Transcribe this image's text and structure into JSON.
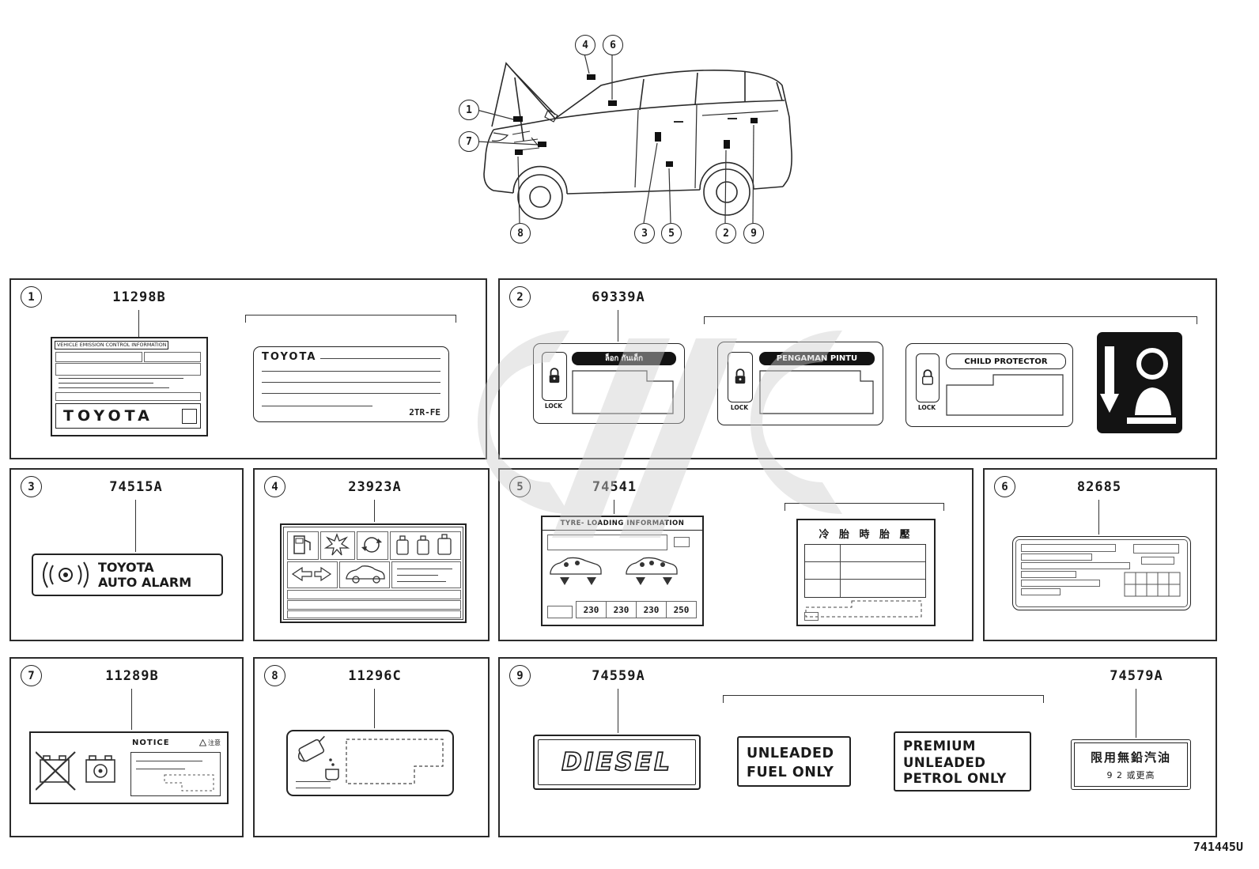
{
  "doc": {
    "code": "741445U"
  },
  "car": {
    "callouts": [
      "1",
      "4",
      "6",
      "7",
      "8",
      "3",
      "5",
      "2",
      "9"
    ]
  },
  "panels": {
    "p1": {
      "num": "1",
      "part": "11298B",
      "emission_title": "VEHICLE EMISSION CONTROL INFORMATION",
      "brand": "TOYOTA",
      "plate_brand": "TOYOTA",
      "engine_code": "2TR-FE"
    },
    "p2": {
      "num": "2",
      "part": "69339A",
      "thai_title": "ล็อก กันเด็ก",
      "lock_label": "LOCK",
      "pengaman_title": "PENGAMAN PINTU",
      "child_title": "CHILD PROTECTOR"
    },
    "p3": {
      "num": "3",
      "part": "74515A",
      "brand": "TOYOTA",
      "alarm": "AUTO ALARM"
    },
    "p4": {
      "num": "4",
      "part": "23923A"
    },
    "p5": {
      "num": "5",
      "part": "74541",
      "tyre_title": "TYRE- LOADING INFORMATION",
      "pressures": [
        "230",
        "230",
        "230",
        "250"
      ],
      "cn_title": "冷 胎 時 胎 壓"
    },
    "p6": {
      "num": "6",
      "part": "82685"
    },
    "p7": {
      "num": "7",
      "part": "11289B",
      "notice": "NOTICE",
      "cn_caution": "注意"
    },
    "p8": {
      "num": "8",
      "part": "11296C"
    },
    "p9": {
      "num": "9",
      "part_left": "74559A",
      "part_right": "74579A",
      "diesel": "DIESEL",
      "unleaded_1": "UNLEADED",
      "unleaded_2": "FUEL ONLY",
      "premium_1": "PREMIUM",
      "premium_2": "UNLEADED",
      "premium_3": "PETROL ONLY",
      "cn_fuel_1": "限用無鉛汽油",
      "cn_fuel_2": "9 2 或更高"
    }
  }
}
